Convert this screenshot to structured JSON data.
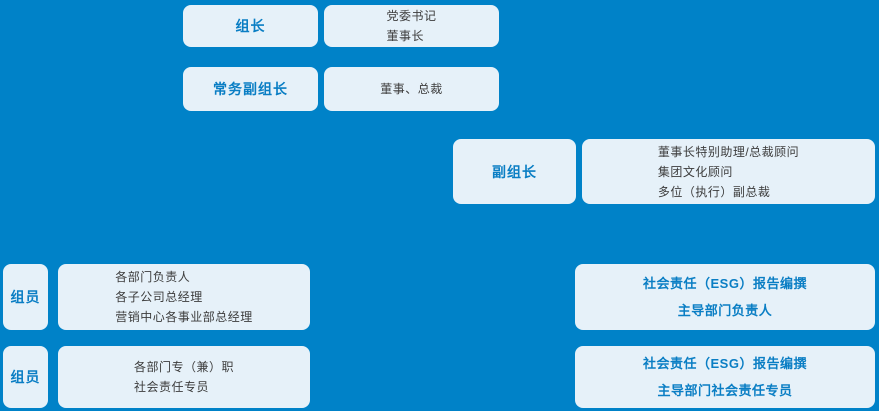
{
  "colors": {
    "background": "#0082C8",
    "box_fill": "#E6F1F9",
    "accent_text": "#0A7EC4",
    "body_text": "#3C3C3C"
  },
  "nodes": {
    "leader": {
      "role": "组长",
      "members": [
        "党委书记",
        "董事长"
      ]
    },
    "executive_deputy_leader": {
      "role": "常务副组长",
      "members": [
        "董事、总裁"
      ]
    },
    "deputy_leader": {
      "role": "副组长",
      "members": [
        "董事长特别助理/总裁顾问",
        "集团文化顾问",
        "多位（执行）副总裁"
      ]
    },
    "member_group_1": {
      "role": "组员",
      "members": [
        "各部门负责人",
        "各子公司总经理",
        "营销中心各事业部总经理"
      ]
    },
    "member_group_2": {
      "role": "组员",
      "members": [
        "各部门专（兼）职",
        "社会责任专员"
      ]
    },
    "esg_report_lead": {
      "lines": [
        "社会责任（ESG）报告编撰",
        "主导部门负责人"
      ]
    },
    "esg_report_specialist": {
      "lines": [
        "社会责任（ESG）报告编撰",
        "主导部门社会责任专员"
      ]
    }
  }
}
